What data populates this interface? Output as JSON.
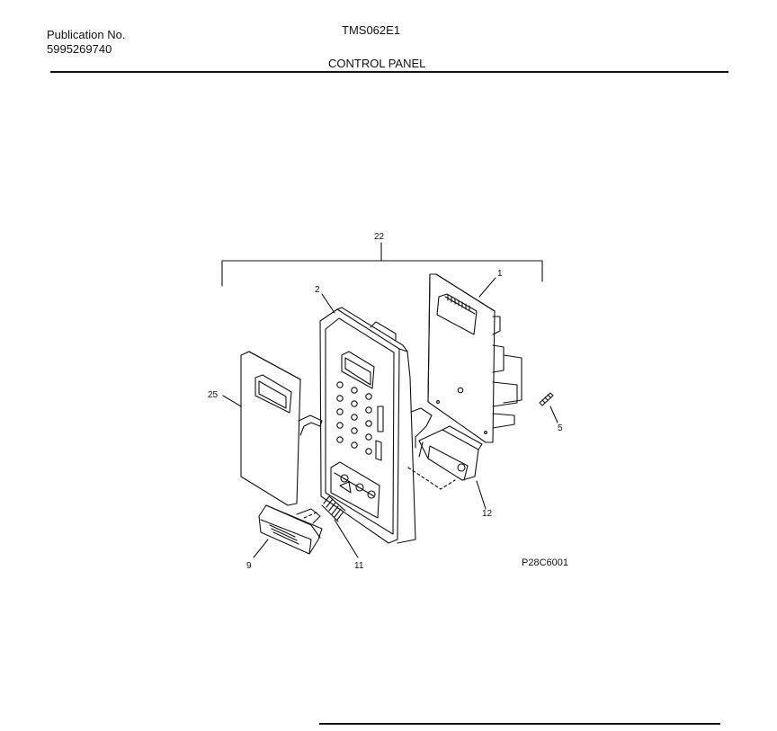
{
  "header": {
    "publication_label": "Publication No.",
    "publication_number": "5995269740",
    "model": "TMS062E1",
    "section_title": "CONTROL PANEL"
  },
  "diagram": {
    "drawing_id": "P28C6001",
    "callouts": {
      "assembly": "22",
      "circuit_board": "1",
      "control_frame": "2",
      "keypad_overlay": "25",
      "screw": "5",
      "latch": "12",
      "door_button": "9",
      "spring": "11"
    }
  }
}
